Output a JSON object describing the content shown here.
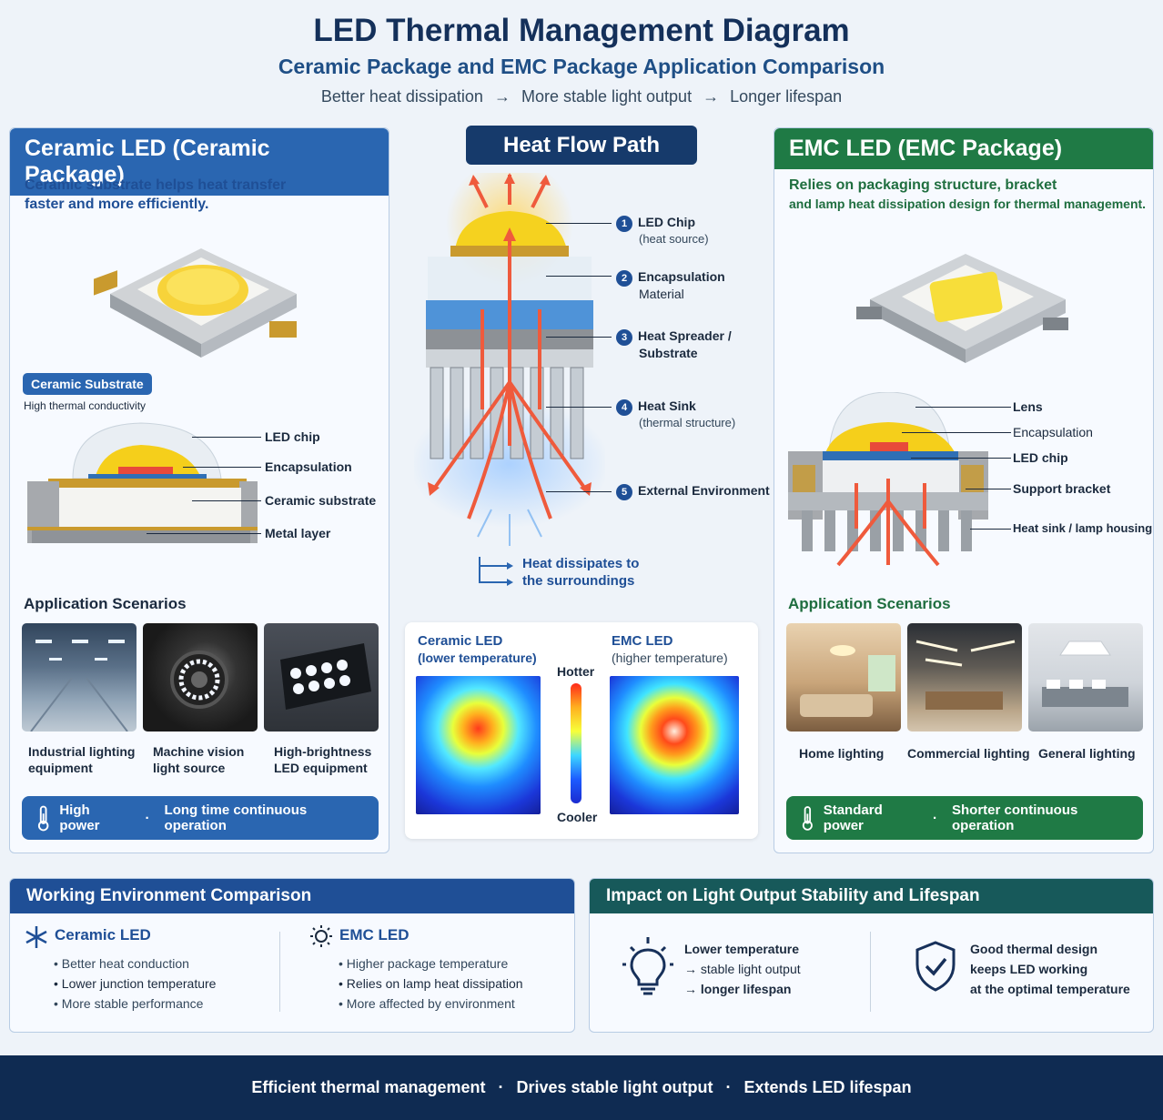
{
  "header": {
    "title": "LED Thermal Management Diagram",
    "subtitle": "Ceramic Package and EMC Package Application Comparison",
    "tagline": [
      "Better heat dissipation",
      "More stable light output",
      "Longer lifespan"
    ],
    "arrow": "→"
  },
  "ceramic": {
    "title": "Ceramic LED (Ceramic Package)",
    "lead": "Ceramic substrate helps heat transfer faster and more efficiently.",
    "badge": "Ceramic Substrate",
    "badge_sub": "High thermal conductivity",
    "labels": [
      "LED chip",
      "Encapsulation",
      "Ceramic substrate",
      "Metal layer"
    ],
    "app_title": "Application Scenarios",
    "apps": [
      "Industrial lighting equipment",
      "Machine vision light source",
      "High-brightness LED equipment"
    ],
    "pill_a": "High power",
    "pill_b": "Long time continuous operation",
    "color": "#2a66b1"
  },
  "center": {
    "title": "Heat Flow Path",
    "steps": [
      {
        "n": "1",
        "title": "LED Chip",
        "sub": "(heat source)"
      },
      {
        "n": "2",
        "title": "Encapsulation",
        "sub": "Material"
      },
      {
        "n": "3",
        "title": "Heat Spreader /",
        "sub": "Substrate"
      },
      {
        "n": "4",
        "title": "Heat Sink",
        "sub": "(thermal structure)"
      },
      {
        "n": "5",
        "title": "External Environment",
        "sub": ""
      }
    ],
    "dissipate": "Heat dissipates to the surroundings",
    "thermal": {
      "ceramic_title": "Ceramic LED",
      "ceramic_sub": "(lower temperature)",
      "emc_title": "EMC LED",
      "emc_sub": "(higher temperature)",
      "hotter": "Hotter",
      "cooler": "Cooler"
    }
  },
  "emc": {
    "title": "EMC LED (EMC Package)",
    "lead1": "Relies on packaging structure, bracket",
    "lead2": "and lamp heat dissipation design for thermal management.",
    "labels": [
      "Lens",
      "Encapsulation",
      "LED chip",
      "Support bracket",
      "Heat sink / lamp housing"
    ],
    "app_title": "Application Scenarios",
    "apps": [
      "Home lighting",
      "Commercial lighting",
      "General lighting"
    ],
    "pill_a": "Standard power",
    "pill_b": "Shorter continuous operation",
    "color": "#1f7a45"
  },
  "working": {
    "title": "Working Environment Comparison",
    "ceramic_title": "Ceramic LED",
    "ceramic_items": [
      "Better heat conduction",
      "Lower junction temperature",
      "More stable performance"
    ],
    "emc_title": "EMC LED",
    "emc_items": [
      "Higher package temperature",
      "Relies on lamp heat dissipation",
      "More affected by environment"
    ]
  },
  "impact": {
    "title": "Impact on Light Output Stability and Lifespan",
    "left": [
      "Lower temperature",
      "→ stable light output",
      "→ longer lifespan"
    ],
    "right": [
      "Good thermal design",
      "keeps LED working",
      "at the optimal temperature"
    ]
  },
  "footer": [
    "Efficient thermal management",
    "Drives stable light output",
    "Extends LED lifespan"
  ]
}
